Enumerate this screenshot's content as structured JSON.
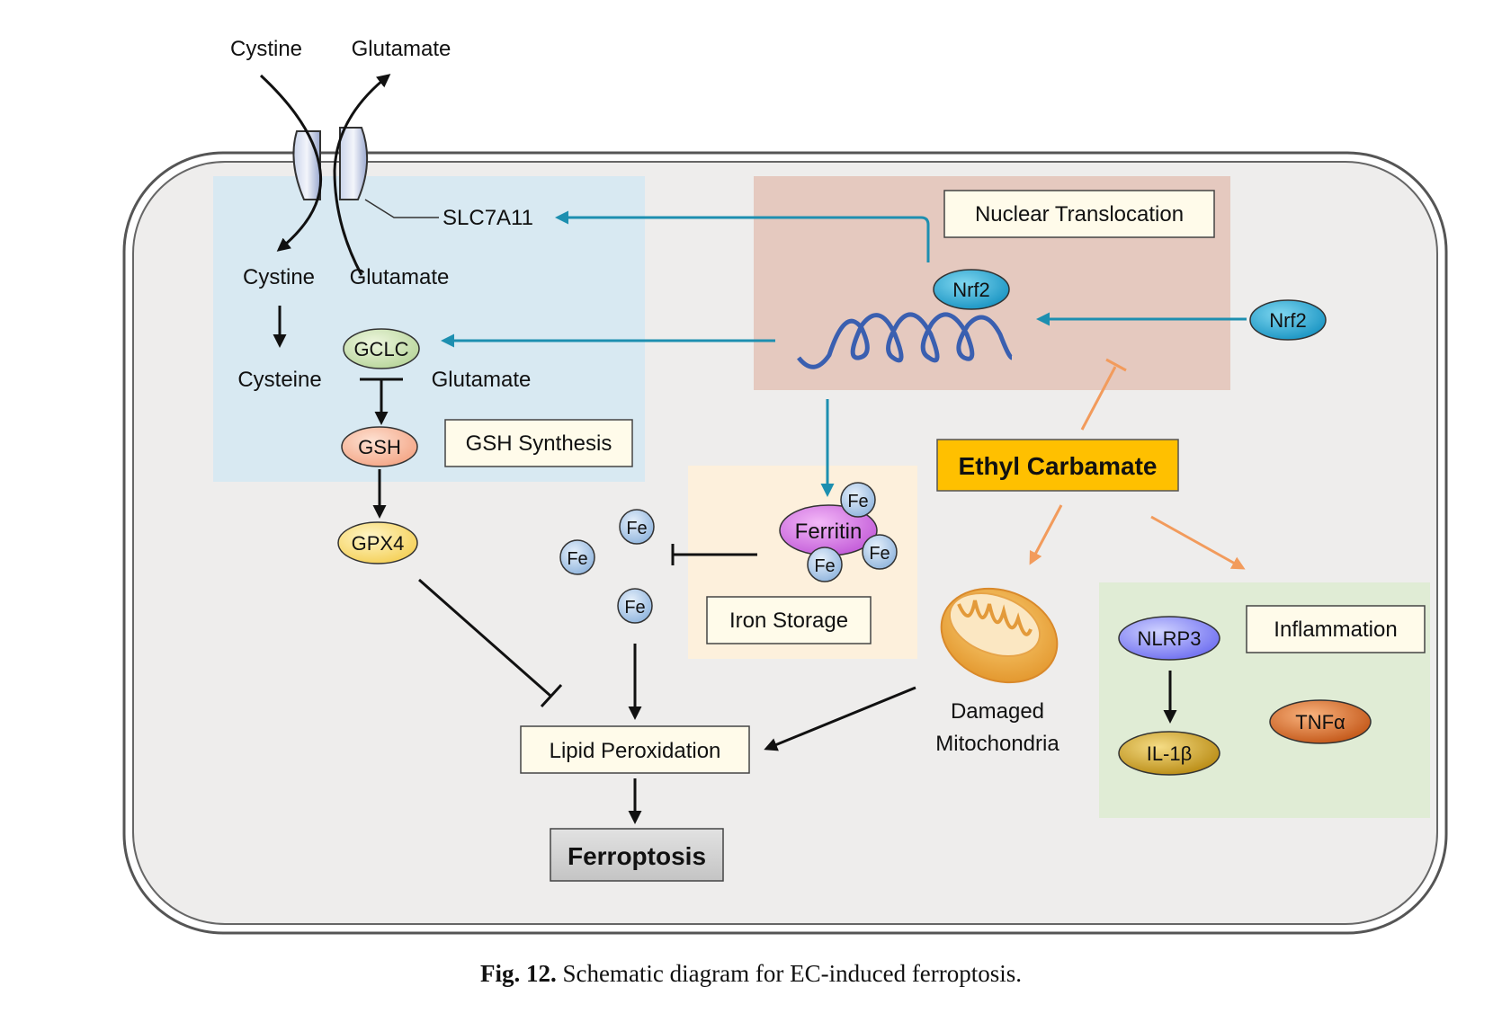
{
  "labels": {
    "cystine_out": "Cystine",
    "glutamate_out": "Glutamate",
    "slc7a11": "SLC7A11",
    "cystine_in": "Cystine",
    "glutamate_in": "Glutamate",
    "cysteine": "Cysteine",
    "gclc": "GCLC",
    "glutamate_gclc": "Glutamate",
    "gsh": "GSH",
    "gsh_synthesis": "GSH Synthesis",
    "gpx4": "GPX4",
    "nuclear_translocation": "Nuclear Translocation",
    "nrf2_nucleus": "Nrf2",
    "nrf2_cytoplasm": "Nrf2",
    "ethyl_carbamate": "Ethyl Carbamate",
    "ferritin": "Ferritin",
    "fe": "Fe",
    "iron_storage": "Iron Storage",
    "damaged_mito_line1": "Damaged",
    "damaged_mito_line2": "Mitochondria",
    "lipid_peroxidation": "Lipid Peroxidation",
    "ferroptosis": "Ferroptosis",
    "nlrp3": "NLRP3",
    "inflammation": "Inflammation",
    "il1b": "IL-1β",
    "tnfa": "TNFα"
  },
  "caption": {
    "label": "Fig. 12.",
    "text": "Schematic diagram for EC-induced ferroptosis."
  },
  "colors": {
    "cell_fill": "#eeedec",
    "gsh_region": "#d8e9f2",
    "nucleus_region": "#e5c9bf",
    "iron_region": "#fdf0dc",
    "inflammation_region": "#e0ecd5",
    "teal_arrow": "#1d8fb0",
    "orange_arrow": "#f29b5c",
    "ethyl_carbamate": "#ffc000"
  }
}
